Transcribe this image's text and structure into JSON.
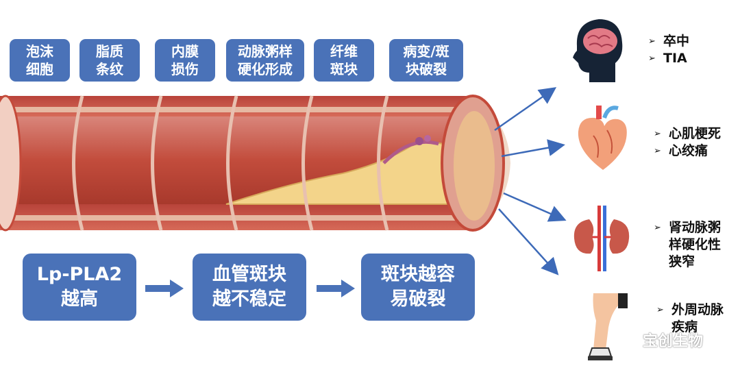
{
  "stages": [
    {
      "label": "泡沫\n细胞"
    },
    {
      "label": "脂质\n条纹"
    },
    {
      "label": "内膜\n损伤"
    },
    {
      "label": "动脉粥样\n硬化形成"
    },
    {
      "label": "纤维\n斑块"
    },
    {
      "label": "病变/斑\n块破裂"
    }
  ],
  "flow": [
    {
      "text": "Lp-PLA2\n越高"
    },
    {
      "text": "血管斑块\n越不稳定"
    },
    {
      "text": "斑块越容\n易破裂"
    }
  ],
  "outcomes": {
    "brain": [
      "卒中",
      "TIA"
    ],
    "heart": [
      "心肌梗死",
      "心绞痛"
    ],
    "kidney": [
      "肾动脉粥\n样硬化性\n狭窄"
    ],
    "leg": [
      "外周动脉\n疾病"
    ]
  },
  "watermark": "宝创生物",
  "colors": {
    "box_blue": "#4a72b8",
    "arrow_blue": "#3d6ab8",
    "artery_red": "#c44a3a",
    "plaque_yellow": "#f3d48a"
  }
}
